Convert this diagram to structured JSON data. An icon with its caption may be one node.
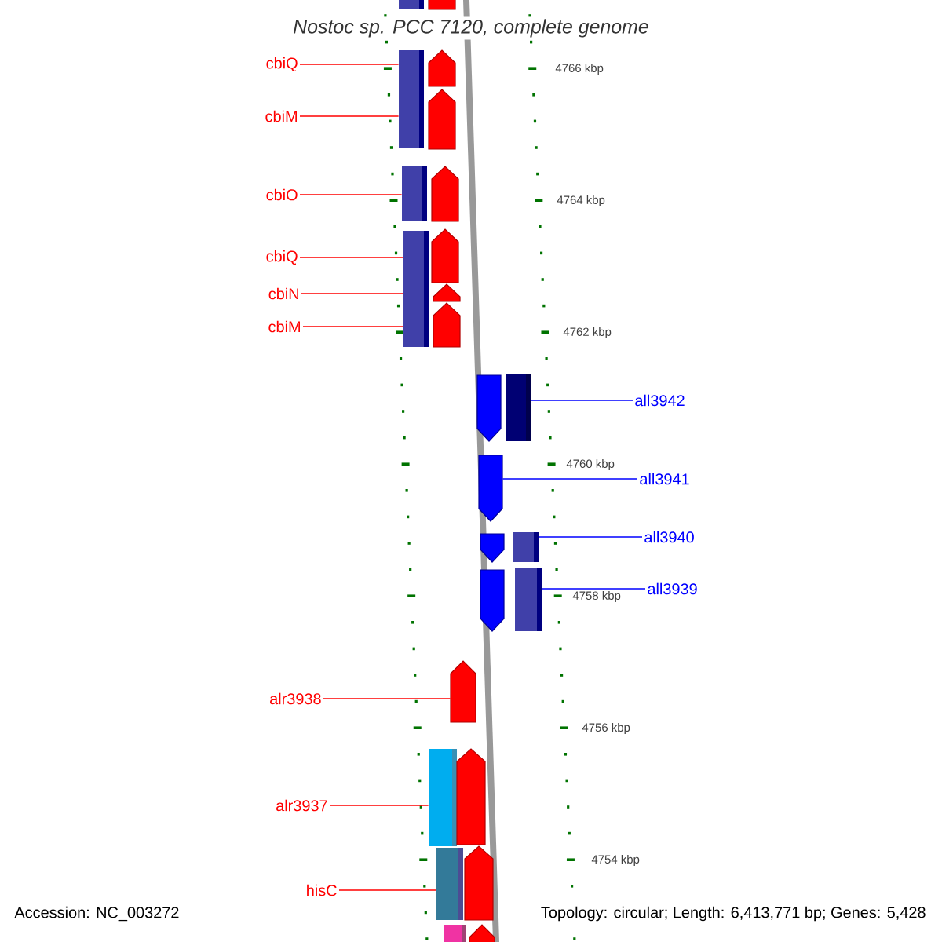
{
  "diagram": {
    "title": "Nostoc sp. PCC 7120, complete genome",
    "nodes": [
      {
        "text": [
          "cbiQ"
        ]
      },
      {
        "text": [
          "cbiM"
        ]
      },
      {
        "text": [
          "cbiO"
        ]
      },
      {
        "text": [
          "cbiQ"
        ]
      },
      {
        "text": [
          "cbiN"
        ]
      },
      {
        "text": [
          "cbiM"
        ]
      },
      {
        "text": [
          "all3942"
        ]
      },
      {
        "text": [
          "all3941"
        ]
      },
      {
        "text": [
          "all3940"
        ]
      },
      {
        "text": [
          "all3939"
        ]
      },
      {
        "text": [
          "alr3938"
        ]
      },
      {
        "text": [
          "alr3937"
        ]
      },
      {
        "text": [
          "hisC"
        ]
      },
      {
        "text": [],
        "shape": "bar"
      },
      {
        "text": [],
        "shape": "arrow"
      },
      {
        "text": [],
        "shape": "bar"
      },
      {
        "text": [],
        "shape": "arrow"
      },
      {
        "text": [],
        "shape": "arrow"
      },
      {
        "text": [],
        "shape": "bar"
      },
      {
        "text": [],
        "shape": "arrow"
      },
      {
        "text": [],
        "shape": "bar"
      },
      {
        "text": [],
        "shape": "arrow"
      },
      {
        "text": [],
        "shape": "arrow"
      },
      {
        "text": [],
        "shape": "arrow"
      },
      {
        "text": [],
        "shape": "arrow"
      },
      {
        "text": [],
        "shape": "bar"
      },
      {
        "text": [],
        "shape": "arrow"
      },
      {
        "text": [],
        "shape": "arrow"
      },
      {
        "text": [],
        "shape": "bar"
      },
      {
        "text": [],
        "shape": "arrow"
      },
      {
        "text": [],
        "shape": "bar"
      },
      {
        "text": [],
        "shape": "arrow"
      },
      {
        "text": [],
        "shape": "bar"
      },
      {
        "text": [],
        "shape": "arrow"
      },
      {
        "text": [],
        "shape": "bar"
      },
      {
        "text": [],
        "shape": "arrow"
      },
      {
        "text": [],
        "shape": "bar"
      },
      {
        "text": [],
        "shape": "arrow"
      }
    ],
    "edges": [
      {
        "from": 0,
        "to": 15,
        "arrow": "none"
      },
      {
        "from": 1,
        "to": 15,
        "arrow": "none"
      },
      {
        "from": 2,
        "to": 18,
        "arrow": "none"
      },
      {
        "from": 3,
        "to": 20,
        "arrow": "none"
      },
      {
        "from": 4,
        "to": 20,
        "arrow": "none"
      },
      {
        "from": 5,
        "to": 20,
        "arrow": "none"
      },
      {
        "from": 6,
        "to": 25,
        "arrow": "none",
        "color": "#0000ff"
      },
      {
        "from": 7,
        "to": 26,
        "arrow": "none",
        "color": "#0000ff"
      },
      {
        "from": 8,
        "to": 28,
        "arrow": "none",
        "color": "#0000ff"
      },
      {
        "from": 9,
        "to": 30,
        "arrow": "none",
        "color": "#0000ff"
      },
      {
        "from": 10,
        "to": 31,
        "arrow": "none"
      },
      {
        "from": 11,
        "to": 32,
        "arrow": "none"
      },
      {
        "from": 12,
        "to": 34,
        "arrow": "none"
      }
    ],
    "labels": [
      "4766 kbp",
      "4764 kbp",
      "4762 kbp",
      "4760 kbp",
      "4758 kbp",
      "4756 kbp",
      "4754 kbp",
      "Accession: NC_003272",
      "Topology: circular; Length: 6,413,771 bp; Genes: 5,428"
    ]
  }
}
